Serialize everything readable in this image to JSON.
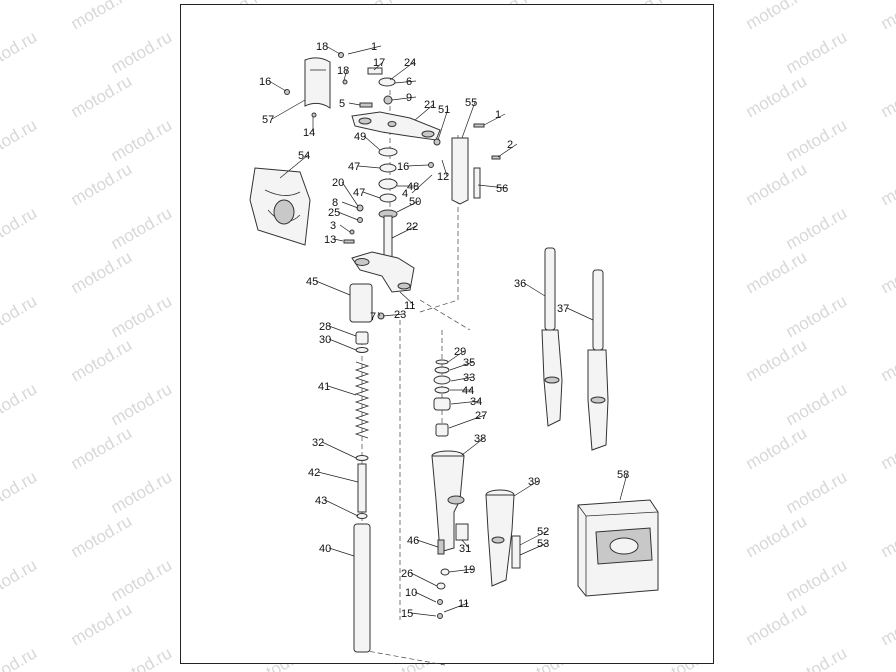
{
  "watermark": "motod.ru",
  "callouts": {
    "c1a": "1",
    "c1b": "1",
    "c2": "2",
    "c3": "3",
    "c4": "4",
    "c5": "5",
    "c6": "6",
    "c7": "7",
    "c8": "8",
    "c9": "9",
    "c10": "10",
    "c11a": "11",
    "c11b": "11",
    "c12": "12",
    "c13": "13",
    "c14": "14",
    "c15": "15",
    "c16a": "16",
    "c16b": "16",
    "c17": "17",
    "c18a": "18",
    "c18b": "18",
    "c19": "19",
    "c20": "20",
    "c21": "21",
    "c22": "22",
    "c23": "23",
    "c24": "24",
    "c25": "25",
    "c26": "26",
    "c27": "27",
    "c28": "28",
    "c29": "29",
    "c30": "30",
    "c31": "31",
    "c32": "32",
    "c33": "33",
    "c34": "34",
    "c35": "35",
    "c36": "36",
    "c37": "37",
    "c38": "38",
    "c39": "39",
    "c40": "40",
    "c41": "41",
    "c42": "42",
    "c43": "43",
    "c44": "44",
    "c45": "45",
    "c46": "46",
    "c47a": "47",
    "c47b": "47",
    "c48": "48",
    "c49": "49",
    "c50": "50",
    "c51": "51",
    "c52": "52",
    "c53": "53",
    "c54": "54",
    "c55": "55",
    "c56": "56",
    "c57": "57",
    "c58": "58"
  }
}
